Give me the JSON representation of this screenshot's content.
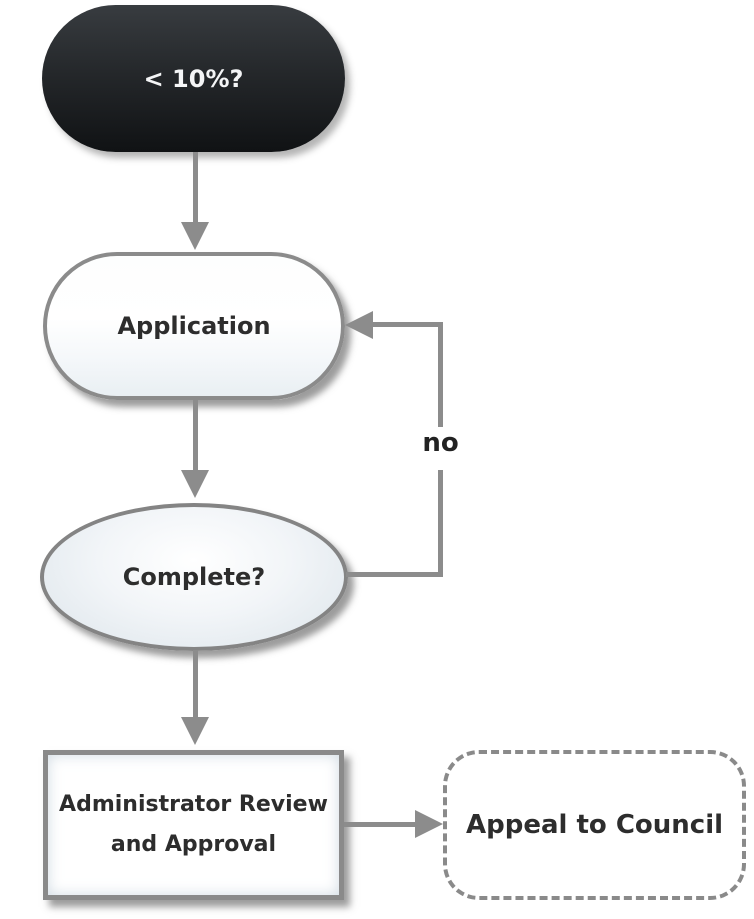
{
  "diagram": {
    "type": "flowchart",
    "nodes": {
      "start": {
        "label": "< 10%?",
        "shape": "stadium",
        "style": "filled-black"
      },
      "application": {
        "label": "Application",
        "shape": "stadium",
        "style": "outlined-white"
      },
      "complete": {
        "label": "Complete?",
        "shape": "ellipse",
        "style": "outlined-gradient"
      },
      "admin_review": {
        "line1": "Administrator Review",
        "line2": "and Approval",
        "shape": "rectangle",
        "style": "outlined-white"
      },
      "appeal": {
        "label": "Appeal to Council",
        "shape": "rounded-rectangle",
        "style": "dashed-outline"
      }
    },
    "edges": {
      "start_to_application": {
        "from": "start",
        "to": "application",
        "label": ""
      },
      "application_to_complete": {
        "from": "application",
        "to": "complete",
        "label": ""
      },
      "complete_to_admin": {
        "from": "complete",
        "to": "admin_review",
        "label": ""
      },
      "admin_to_appeal": {
        "from": "admin_review",
        "to": "appeal",
        "label": ""
      },
      "complete_no_loop": {
        "from": "complete",
        "to": "application",
        "label": "no"
      }
    },
    "colors": {
      "start_fill_top": "#383c40",
      "start_fill_bottom": "#101214",
      "start_text": "#f4f5f6",
      "node_border": "#8a8a8a",
      "edge_line": "#8c8c8c",
      "node_text": "#2d2d2d",
      "ellipse_fill": "#dfe7ed",
      "background": "#ffffff"
    }
  }
}
